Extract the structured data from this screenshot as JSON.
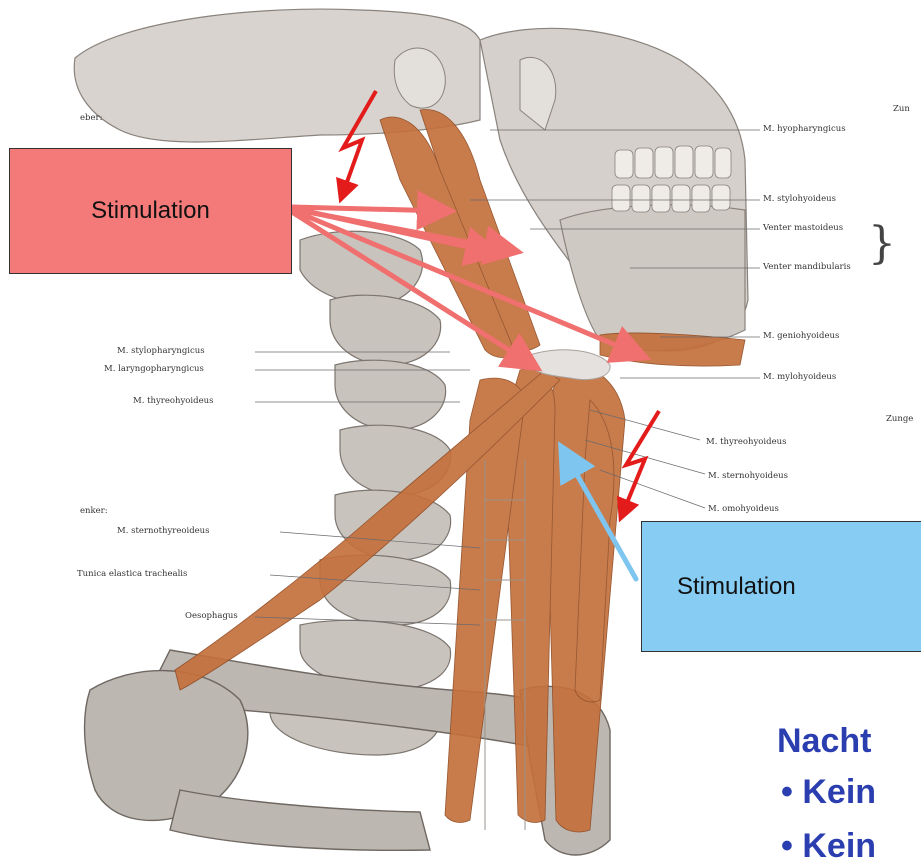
{
  "colors": {
    "red_box": "#f47a7a",
    "blue_box": "#87cdf3",
    "arrow_red": "#f06f6f",
    "arrow_blue": "#7ec6f0",
    "lightning": "#e31b1b",
    "heading": "#2b3eb0",
    "muscle": "#c4703c",
    "bone": "#c9c3bd"
  },
  "callouts": {
    "top_left": "Stimulation",
    "bottom_right": "Stimulation"
  },
  "labels_right": [
    "M. hyopharyngicus",
    "M. stylohyoideus",
    "Venter mastoideus",
    "Venter mandibularis",
    "M. geniohyoideus",
    "M. mylohyoideus",
    "M. thyreohyoideus",
    "M. sternohyoideus",
    "M. omohyoideus"
  ],
  "labels_left": [
    "M. stylopharyngicus",
    "M. laryngopharyngicus",
    "M. thyreohyoideus",
    "M. sternothyreoideus",
    "Tunica elastica trachealis",
    "Oesophagus"
  ],
  "edge_labels": {
    "top_left": "eber:",
    "top_right": "Zun",
    "mid_right": "Zunge",
    "lower_left": "enker:"
  },
  "notes": {
    "heading": "Nacht",
    "bullet_1": "• Kein",
    "bullet_2": "• Kein"
  }
}
